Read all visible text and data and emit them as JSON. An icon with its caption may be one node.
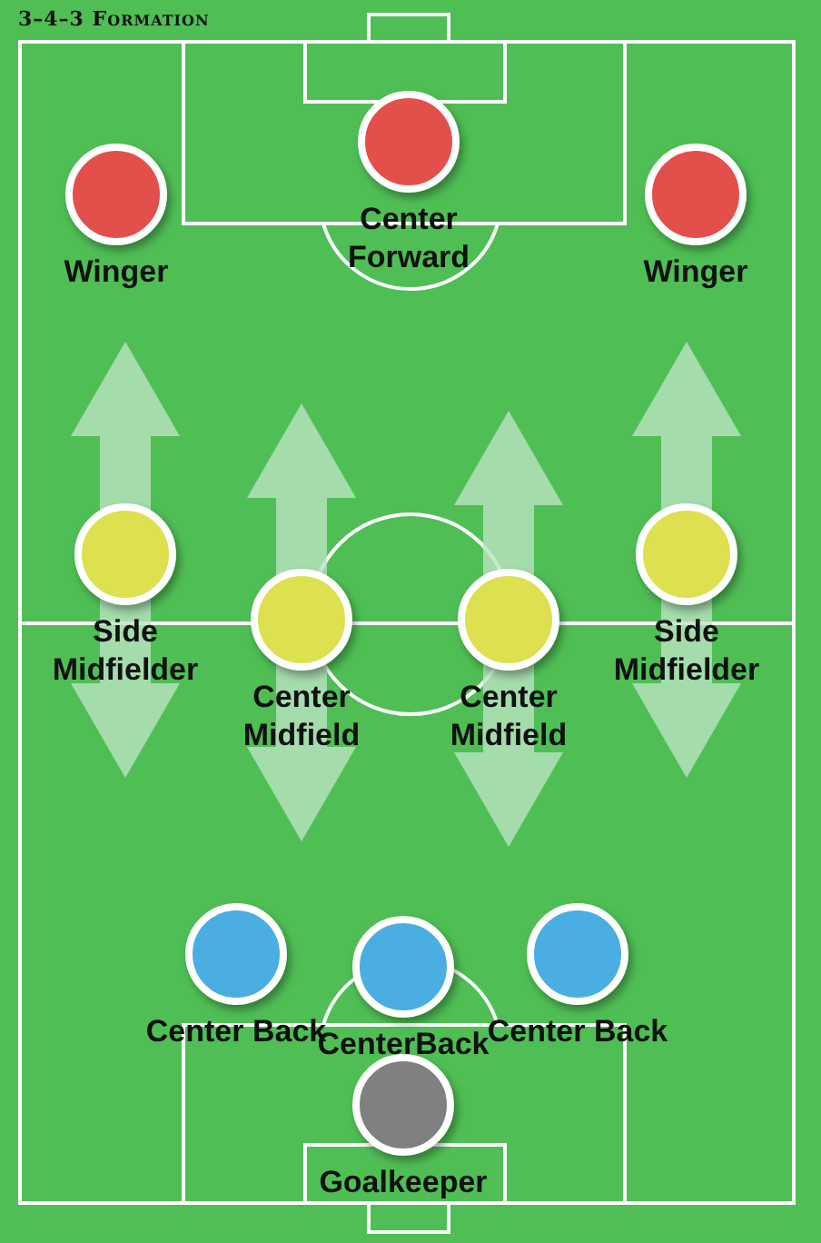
{
  "diagram": {
    "title": "3–4–3 Formation",
    "nodes": [
      {
        "text": [
          "Winger"
        ]
      },
      {
        "text": [
          "Center Forward"
        ]
      },
      {
        "text": [
          "Winger"
        ]
      },
      {
        "text": [
          "Side Midfielder"
        ]
      },
      {
        "text": [
          "Center Midfield"
        ]
      },
      {
        "text": [
          "Center Midfield"
        ]
      },
      {
        "text": [
          "Side Midfielder"
        ]
      },
      {
        "text": [
          "Center Back"
        ]
      },
      {
        "text": [
          "CenterBack"
        ]
      },
      {
        "text": [
          "Center Back"
        ]
      },
      {
        "text": [
          "Goalkeeper"
        ]
      }
    ],
    "edges": []
  }
}
